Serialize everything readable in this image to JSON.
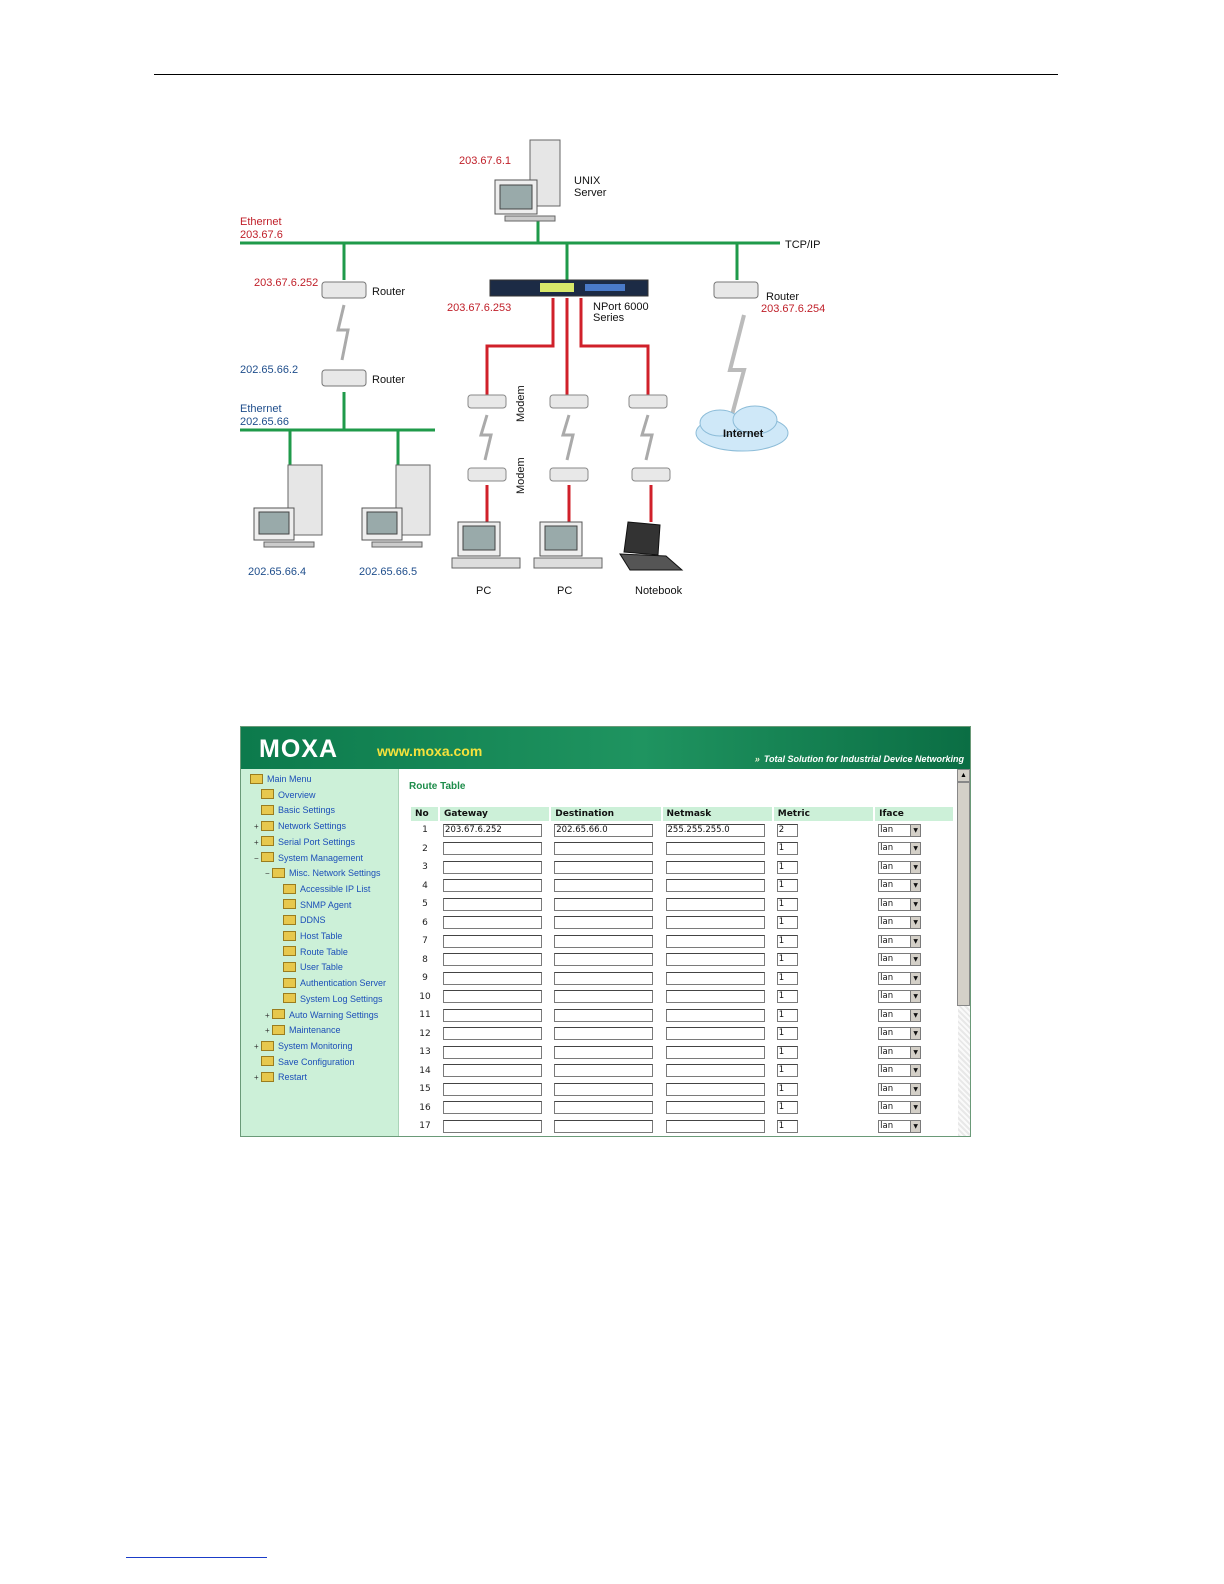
{
  "diagram": {
    "unix_ip": "203.67.6.1",
    "unix_label_1": "UNIX",
    "unix_label_2": "Server",
    "eth1_label": "Ethernet",
    "eth1_net": "203.67.6",
    "tcpip": "TCP/IP",
    "router1_ip": "203.67.6.252",
    "router1_label": "Router",
    "router2_ip": "202.65.66.2",
    "router2_label": "Router",
    "eth2_label": "Ethernet",
    "eth2_net": "202.65.66",
    "nport_ip": "203.67.6.253",
    "nport_label_1": "NPort 6000",
    "nport_label_2": "Series",
    "router3_label": "Router",
    "router3_ip": "203.67.6.254",
    "modem_top": "Modem",
    "modem_bottom": "Modem",
    "internet": "Internet",
    "host1_ip": "202.65.66.4",
    "host2_ip": "202.65.66.5",
    "pc1": "PC",
    "pc2": "PC",
    "notebook": "Notebook"
  },
  "webui": {
    "logo": "MOXA",
    "url": "www.moxa.com",
    "tagline": "Total Solution for Industrial Device Networking",
    "title": "Route Table",
    "menu": [
      {
        "label": "Main Menu",
        "indent": 0,
        "toggle": ""
      },
      {
        "label": "Overview",
        "indent": 1,
        "toggle": ""
      },
      {
        "label": "Basic Settings",
        "indent": 1,
        "toggle": ""
      },
      {
        "label": "Network Settings",
        "indent": 1,
        "toggle": "+"
      },
      {
        "label": "Serial Port Settings",
        "indent": 1,
        "toggle": "+"
      },
      {
        "label": "System Management",
        "indent": 1,
        "toggle": "−"
      },
      {
        "label": "Misc. Network Settings",
        "indent": 2,
        "toggle": "−"
      },
      {
        "label": "Accessible IP List",
        "indent": 3,
        "toggle": ""
      },
      {
        "label": "SNMP Agent",
        "indent": 3,
        "toggle": ""
      },
      {
        "label": "DDNS",
        "indent": 3,
        "toggle": ""
      },
      {
        "label": "Host Table",
        "indent": 3,
        "toggle": ""
      },
      {
        "label": "Route Table",
        "indent": 3,
        "toggle": ""
      },
      {
        "label": "User Table",
        "indent": 3,
        "toggle": ""
      },
      {
        "label": "Authentication Server",
        "indent": 3,
        "toggle": ""
      },
      {
        "label": "System Log Settings",
        "indent": 3,
        "toggle": ""
      },
      {
        "label": "Auto Warning Settings",
        "indent": 2,
        "toggle": "+"
      },
      {
        "label": "Maintenance",
        "indent": 2,
        "toggle": "+"
      },
      {
        "label": "System Monitoring",
        "indent": 1,
        "toggle": "+"
      },
      {
        "label": "Save Configuration",
        "indent": 1,
        "toggle": ""
      },
      {
        "label": "Restart",
        "indent": 1,
        "toggle": "+"
      }
    ],
    "columns": [
      "No",
      "Gateway",
      "Destination",
      "Netmask",
      "Metric",
      "Iface"
    ],
    "rows": [
      {
        "no": "1",
        "gateway": "203.67.6.252",
        "destination": "202.65.66.0",
        "netmask": "255.255.255.0",
        "metric": "2",
        "iface": "lan"
      },
      {
        "no": "2",
        "gateway": "",
        "destination": "",
        "netmask": "",
        "metric": "1",
        "iface": "lan"
      },
      {
        "no": "3",
        "gateway": "",
        "destination": "",
        "netmask": "",
        "metric": "1",
        "iface": "lan"
      },
      {
        "no": "4",
        "gateway": "",
        "destination": "",
        "netmask": "",
        "metric": "1",
        "iface": "lan"
      },
      {
        "no": "5",
        "gateway": "",
        "destination": "",
        "netmask": "",
        "metric": "1",
        "iface": "lan"
      },
      {
        "no": "6",
        "gateway": "",
        "destination": "",
        "netmask": "",
        "metric": "1",
        "iface": "lan"
      },
      {
        "no": "7",
        "gateway": "",
        "destination": "",
        "netmask": "",
        "metric": "1",
        "iface": "lan"
      },
      {
        "no": "8",
        "gateway": "",
        "destination": "",
        "netmask": "",
        "metric": "1",
        "iface": "lan"
      },
      {
        "no": "9",
        "gateway": "",
        "destination": "",
        "netmask": "",
        "metric": "1",
        "iface": "lan"
      },
      {
        "no": "10",
        "gateway": "",
        "destination": "",
        "netmask": "",
        "metric": "1",
        "iface": "lan"
      },
      {
        "no": "11",
        "gateway": "",
        "destination": "",
        "netmask": "",
        "metric": "1",
        "iface": "lan"
      },
      {
        "no": "12",
        "gateway": "",
        "destination": "",
        "netmask": "",
        "metric": "1",
        "iface": "lan"
      },
      {
        "no": "13",
        "gateway": "",
        "destination": "",
        "netmask": "",
        "metric": "1",
        "iface": "lan"
      },
      {
        "no": "14",
        "gateway": "",
        "destination": "",
        "netmask": "",
        "metric": "1",
        "iface": "lan"
      },
      {
        "no": "15",
        "gateway": "",
        "destination": "",
        "netmask": "",
        "metric": "1",
        "iface": "lan"
      },
      {
        "no": "16",
        "gateway": "",
        "destination": "",
        "netmask": "",
        "metric": "1",
        "iface": "lan"
      },
      {
        "no": "17",
        "gateway": "",
        "destination": "",
        "netmask": "",
        "metric": "1",
        "iface": "lan"
      }
    ]
  }
}
